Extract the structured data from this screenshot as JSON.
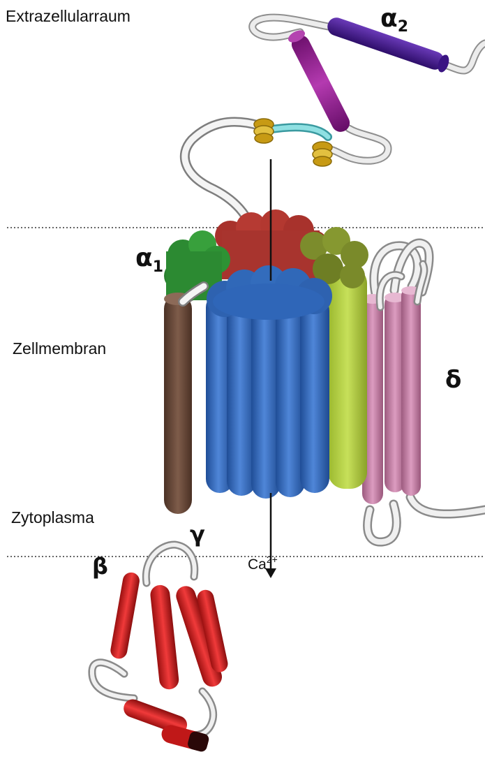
{
  "regions": {
    "extracellular": "Extrazellularraum",
    "membrane": "Zellmembran",
    "cytoplasm": "Zytoplasma"
  },
  "subunits": {
    "alpha2": {
      "symbol": "α",
      "subscript": "2"
    },
    "alpha1": {
      "symbol": "α",
      "subscript": "1"
    },
    "delta": {
      "symbol": "δ"
    },
    "gamma": {
      "symbol": "γ"
    },
    "beta": {
      "symbol": "β"
    }
  },
  "ion": {
    "base": "Ca",
    "superscript": "2+"
  },
  "colors": {
    "alpha2_helix_a": "#4b1a8c",
    "alpha2_helix_b": "#8e1a8a",
    "disulfide": "#d9b21e",
    "linker": "#7fd6d6",
    "alpha1_top": "#b03a32",
    "alpha1_left": "#2f8a34",
    "alpha1_right": "#7a8a2a",
    "alpha1_front": "#2f66b8",
    "alpha1_side": "#9ac23a",
    "delta": "#c97aa6",
    "gamma": "#6b4a3a",
    "beta": "#d42020",
    "loop": "#d8d8d8"
  }
}
